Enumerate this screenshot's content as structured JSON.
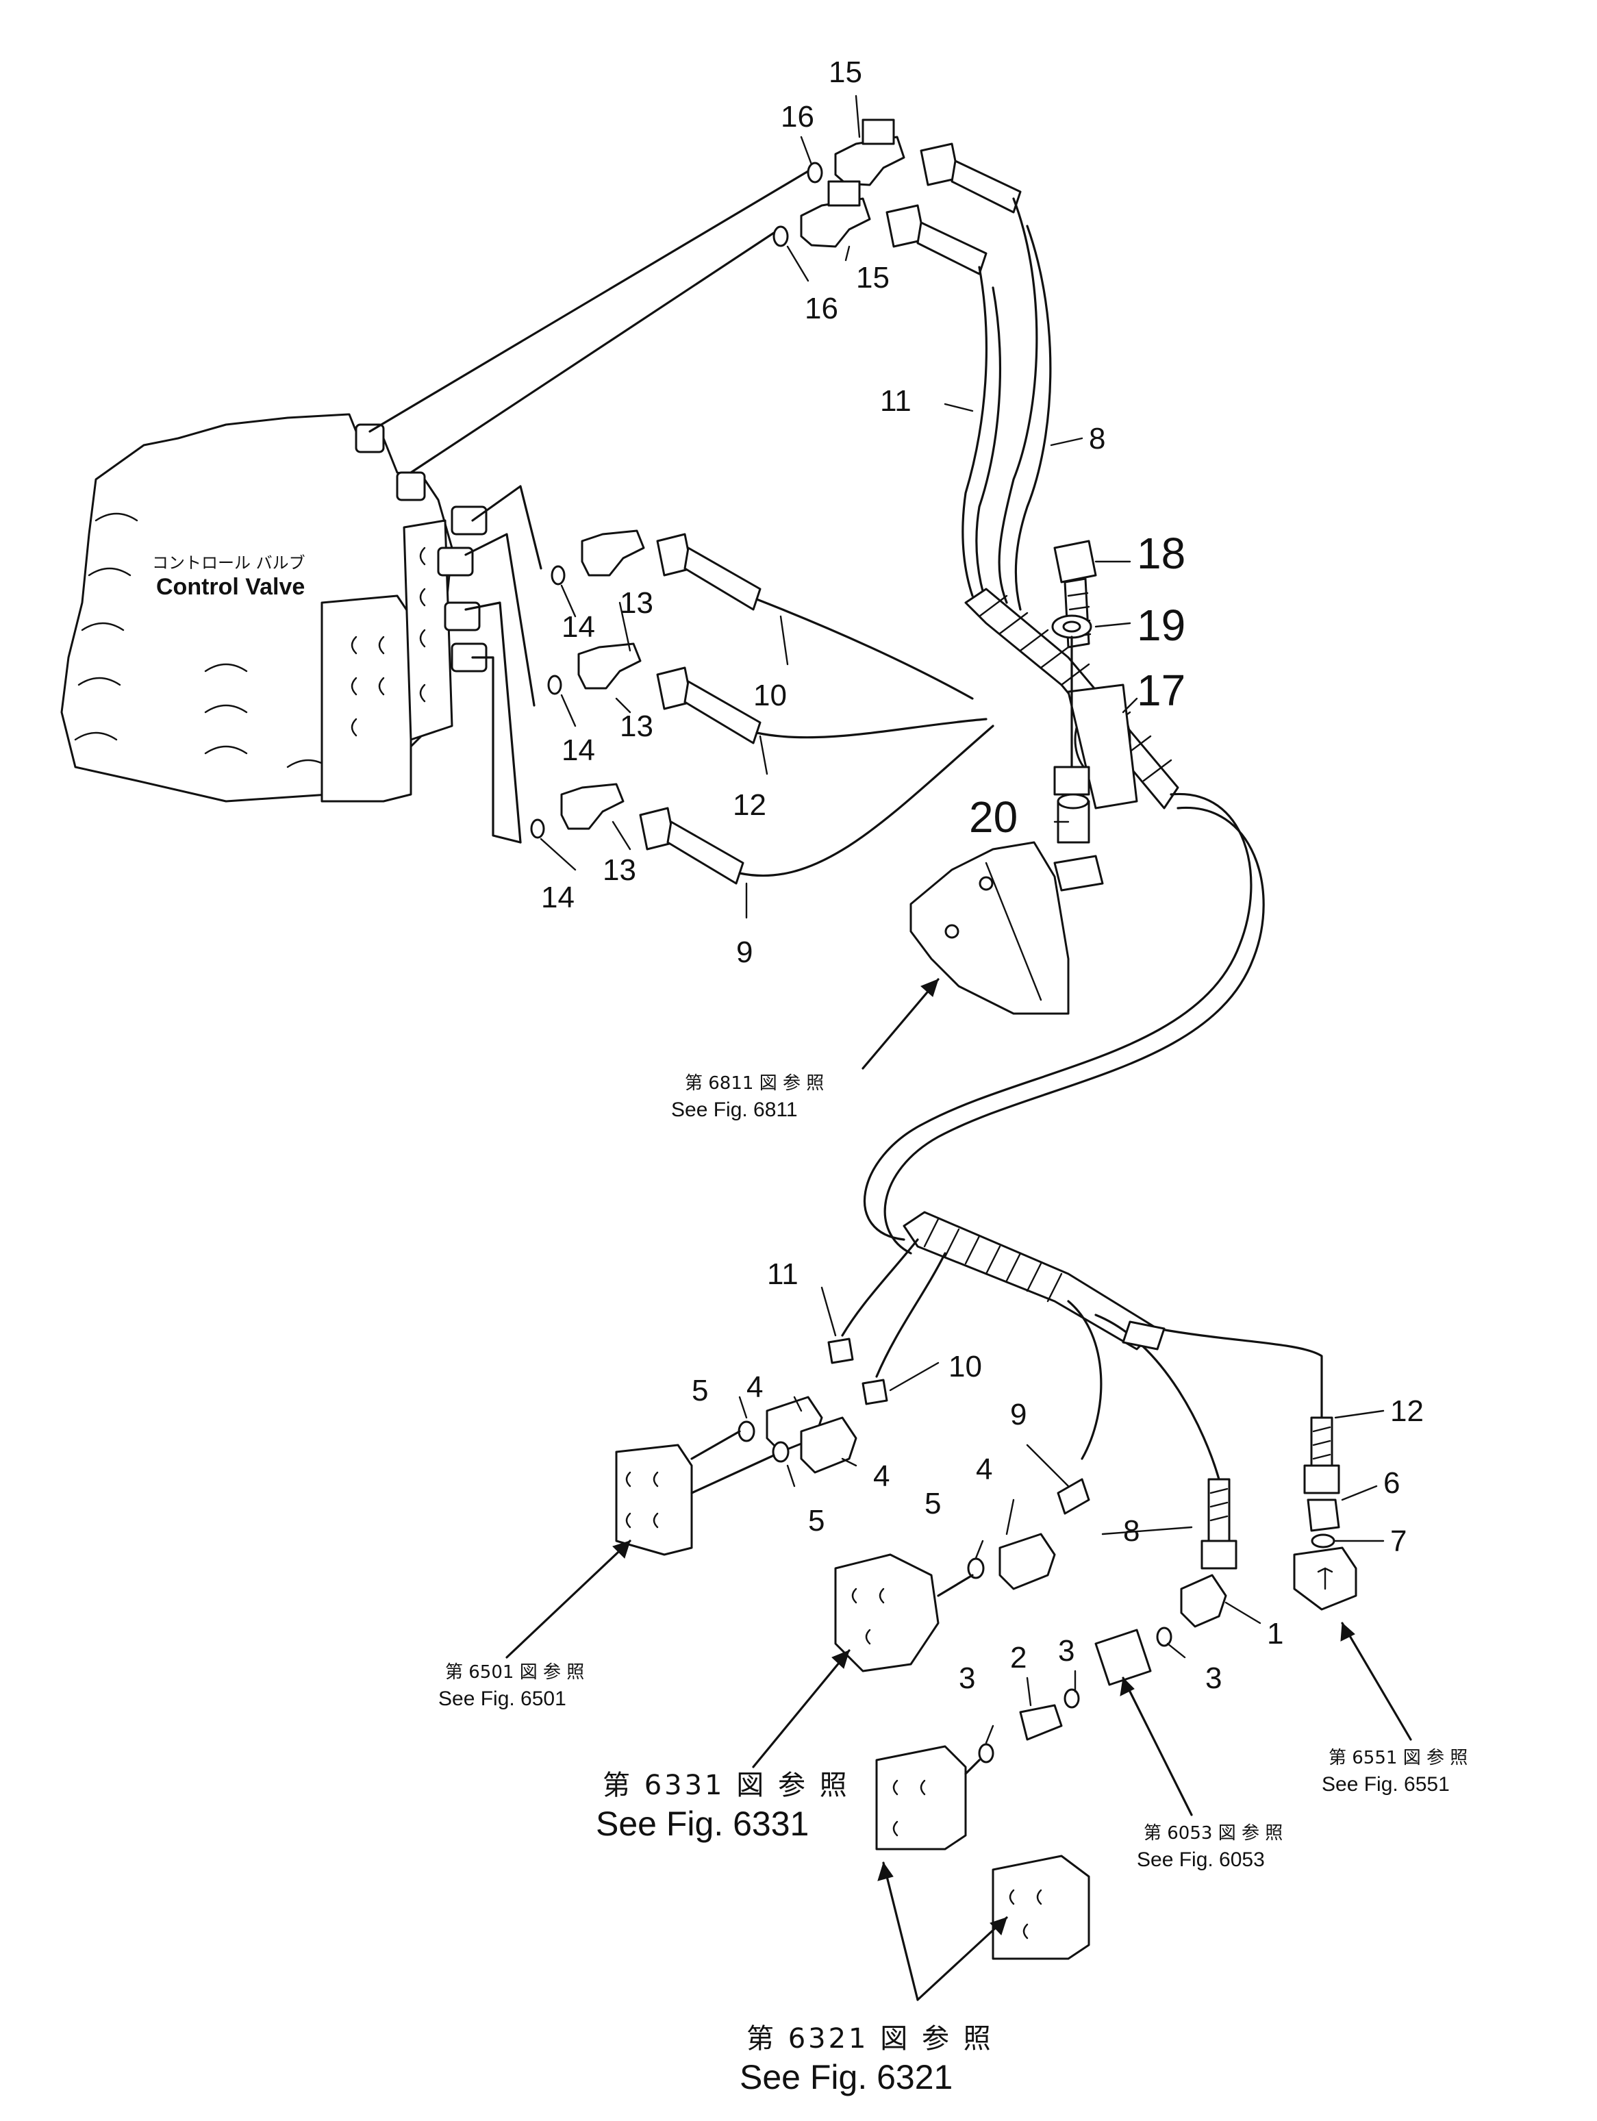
{
  "control_valve": {
    "label_jp": "コントロール バルブ",
    "label_en": "Control Valve"
  },
  "callouts": [
    "15",
    "16",
    "15",
    "16",
    "11",
    "8",
    "18",
    "19",
    "17",
    "20",
    "13",
    "14",
    "13",
    "14",
    "13",
    "14",
    "10",
    "12",
    "9",
    "11",
    "4",
    "10",
    "5",
    "4",
    "5",
    "9",
    "4",
    "5",
    "12",
    "6",
    "7",
    "8",
    "3",
    "2",
    "3",
    "1",
    "3"
  ],
  "references": [
    {
      "jp": "第 6811 図 参 照",
      "en": "See Fig. 6811"
    },
    {
      "jp": "第 6501 図 参 照",
      "en": "See Fig. 6501"
    },
    {
      "jp": "第 6331 図 参 照",
      "en": "See Fig. 6331"
    },
    {
      "jp": "第 6053 図 参 照",
      "en": "See Fig. 6053"
    },
    {
      "jp": "第 6551 図 参 照",
      "en": "See Fig. 6551"
    },
    {
      "jp": "第 6321 図 参 照",
      "en": "See Fig. 6321"
    }
  ]
}
